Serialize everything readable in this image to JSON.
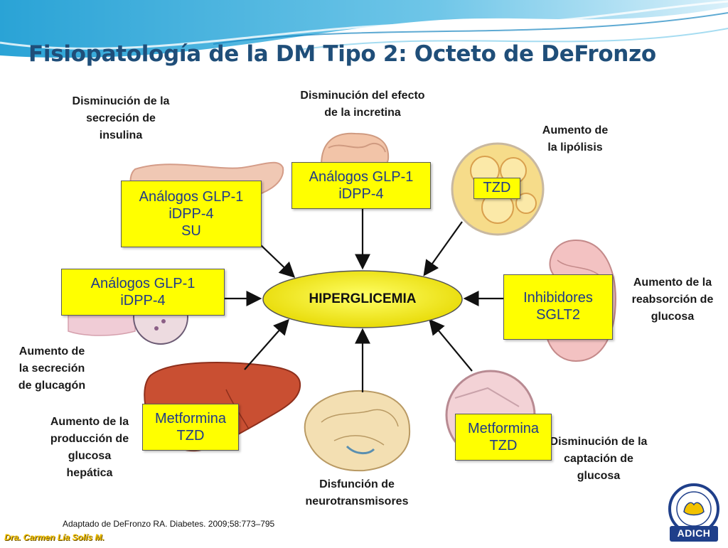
{
  "title": "Fisiopatología de la DM Tipo 2: Octeto de DeFronzo",
  "center": {
    "label": "HIPERGLICEMIA"
  },
  "mechanisms": {
    "insulin_secretion": "Disminución de la\nsecreción de\ninsulina",
    "incretin": "Disminución del efecto\nde la  incretina",
    "lipolysis": "Aumento de\nla lipólisis",
    "glucose_reabsorption": "Aumento de la\nreabsorción de\nglucosa",
    "glucagon": "Aumento de\nla secreción\nde glucagón",
    "hepatic_production": "Aumento de la\nproducción de\nglucosa\nhepática",
    "neurotransmitters": "Disfunción de\nneurotransmisores",
    "glucose_uptake": "Disminución de la\ncaptación de\nglucosa"
  },
  "treatments": {
    "pancreas": "Análogos GLP-1\niDPP-4\nSU",
    "intestine": "Análogos GLP-1\niDPP-4",
    "adipose": "TZD",
    "islet": "Análogos GLP-1\niDPP-4",
    "kidney": "Inhibidores\nSGLT2",
    "liver": "Metformina\nTZD",
    "muscle": "Metformina\nTZD"
  },
  "citation": "Adaptado de DeFronzo RA. Diabetes. 2009;58:773–795",
  "author": "Dra. Carmen Lía Solís M.",
  "logo": {
    "text": "ADICH",
    "icon": "hands-logo-icon"
  },
  "colors": {
    "title": "#1f4e79",
    "box_fill": "#ffff00",
    "box_text": "#1f3a8a",
    "center_fill": "#ffff00"
  }
}
